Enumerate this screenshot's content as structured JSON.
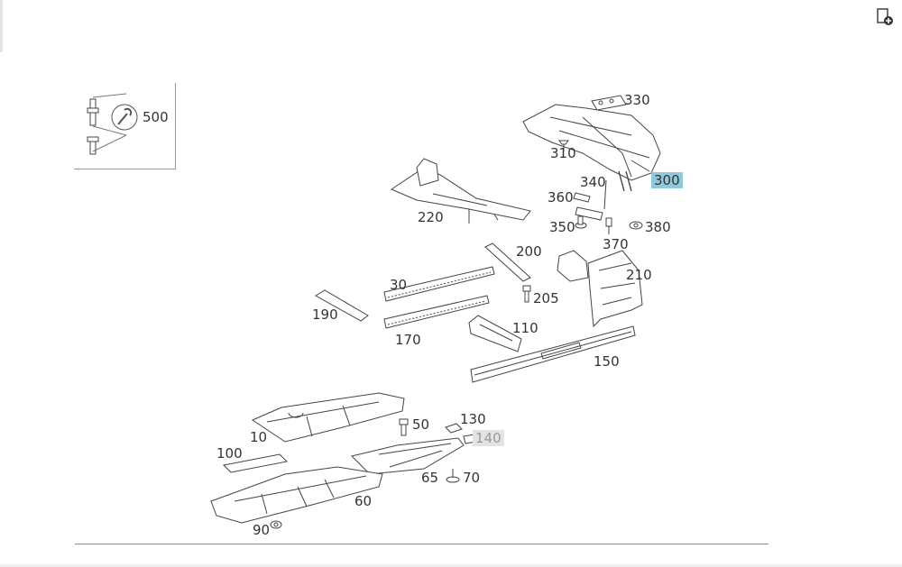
{
  "toolbar": {
    "export_icon": "document-export-icon"
  },
  "legend": {
    "label": "500"
  },
  "diagram": {
    "labels": [
      {
        "key": "p330",
        "text": "330",
        "state": "normal"
      },
      {
        "key": "p310",
        "text": "310",
        "state": "normal"
      },
      {
        "key": "p340",
        "text": "340",
        "state": "normal"
      },
      {
        "key": "p300",
        "text": "300",
        "state": "selected"
      },
      {
        "key": "p360",
        "text": "360",
        "state": "normal"
      },
      {
        "key": "p350",
        "text": "350",
        "state": "normal"
      },
      {
        "key": "p370",
        "text": "370",
        "state": "normal"
      },
      {
        "key": "p380",
        "text": "380",
        "state": "normal"
      },
      {
        "key": "p220",
        "text": "220",
        "state": "normal"
      },
      {
        "key": "p200",
        "text": "200",
        "state": "normal"
      },
      {
        "key": "p210",
        "text": "210",
        "state": "normal"
      },
      {
        "key": "p30",
        "text": "30",
        "state": "normal"
      },
      {
        "key": "p205",
        "text": "205",
        "state": "normal"
      },
      {
        "key": "p190",
        "text": "190",
        "state": "normal"
      },
      {
        "key": "p110",
        "text": "110",
        "state": "normal"
      },
      {
        "key": "p170",
        "text": "170",
        "state": "normal"
      },
      {
        "key": "p150",
        "text": "150",
        "state": "normal"
      },
      {
        "key": "p50",
        "text": "50",
        "state": "normal"
      },
      {
        "key": "p130",
        "text": "130",
        "state": "normal"
      },
      {
        "key": "p10",
        "text": "10",
        "state": "normal"
      },
      {
        "key": "p140",
        "text": "140",
        "state": "dimmed"
      },
      {
        "key": "p100",
        "text": "100",
        "state": "normal"
      },
      {
        "key": "p65",
        "text": "65",
        "state": "normal"
      },
      {
        "key": "p70",
        "text": "70",
        "state": "normal"
      },
      {
        "key": "p60",
        "text": "60",
        "state": "normal"
      },
      {
        "key": "p90",
        "text": "90",
        "state": "normal"
      }
    ]
  },
  "colors": {
    "selected": "#8fc9dc",
    "dimmed": "#e3e3e3",
    "line": "#444444"
  }
}
